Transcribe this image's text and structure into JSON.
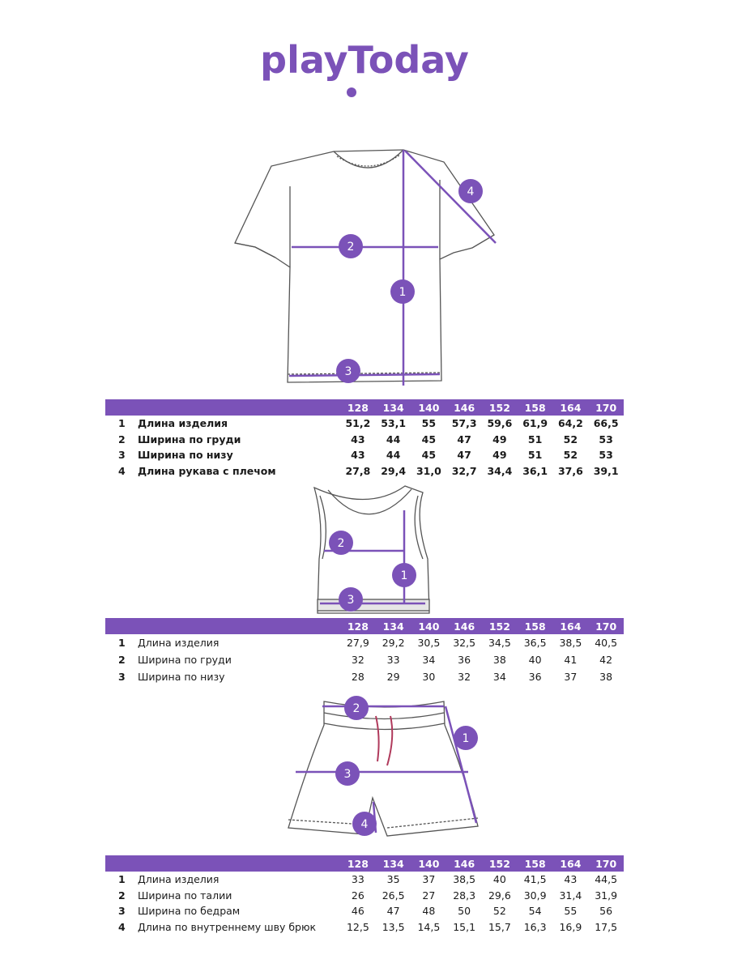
{
  "brand": {
    "logo_text": "playToday",
    "accent_color": "#7b52b8"
  },
  "sizes": [
    "128",
    "134",
    "140",
    "146",
    "152",
    "158",
    "164",
    "170"
  ],
  "garments": [
    {
      "name": "tshirt",
      "rows": [
        {
          "num": "1",
          "label": "Длина изделия",
          "values": [
            "51,2",
            "53,1",
            "55",
            "57,3",
            "59,6",
            "61,9",
            "64,2",
            "66,5"
          ]
        },
        {
          "num": "2",
          "label": "Ширина по груди",
          "values": [
            "43",
            "44",
            "45",
            "47",
            "49",
            "51",
            "52",
            "53"
          ]
        },
        {
          "num": "3",
          "label": "Ширина по низу",
          "values": [
            "43",
            "44",
            "45",
            "47",
            "49",
            "51",
            "52",
            "53"
          ]
        },
        {
          "num": "4",
          "label": "Длина рукава с плечом",
          "values": [
            "27,8",
            "29,4",
            "31,0",
            "32,7",
            "34,4",
            "36,1",
            "37,6",
            "39,1"
          ]
        }
      ]
    },
    {
      "name": "top",
      "rows": [
        {
          "num": "1",
          "label": "Длина изделия",
          "values": [
            "27,9",
            "29,2",
            "30,5",
            "32,5",
            "34,5",
            "36,5",
            "38,5",
            "40,5"
          ]
        },
        {
          "num": "2",
          "label": "Ширина по груди",
          "values": [
            "32",
            "33",
            "34",
            "36",
            "38",
            "40",
            "41",
            "42"
          ]
        },
        {
          "num": "3",
          "label": "Ширина по низу",
          "values": [
            "28",
            "29",
            "30",
            "32",
            "34",
            "36",
            "37",
            "38"
          ]
        }
      ]
    },
    {
      "name": "shorts",
      "rows": [
        {
          "num": "1",
          "label": "Длина изделия",
          "values": [
            "33",
            "35",
            "37",
            "38,5",
            "40",
            "41,5",
            "43",
            "44,5"
          ]
        },
        {
          "num": "2",
          "label": "Ширина по талии",
          "values": [
            "26",
            "26,5",
            "27",
            "28,3",
            "29,6",
            "30,9",
            "31,4",
            "31,9"
          ]
        },
        {
          "num": "3",
          "label": "Ширина по бедрам",
          "values": [
            "46",
            "47",
            "48",
            "50",
            "52",
            "54",
            "55",
            "56"
          ]
        },
        {
          "num": "4",
          "label": "Длина по внутреннему шву брюк",
          "values": [
            "12,5",
            "13,5",
            "14,5",
            "15,1",
            "15,7",
            "16,3",
            "16,9",
            "17,5"
          ]
        }
      ]
    }
  ],
  "badges": [
    "1",
    "2",
    "3",
    "4"
  ]
}
